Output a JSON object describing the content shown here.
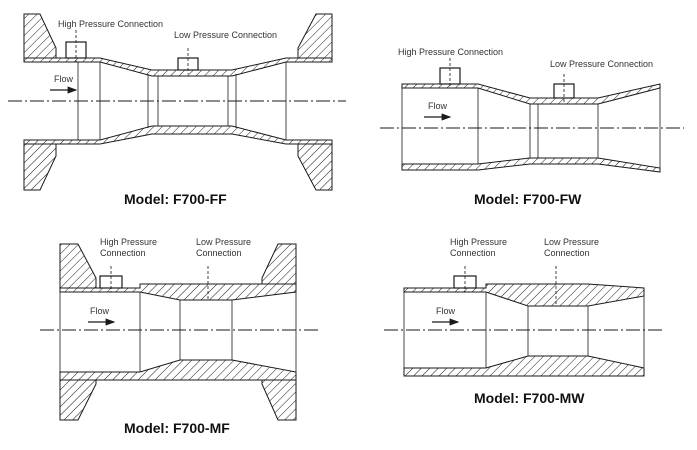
{
  "diagrams": [
    {
      "id": "ff",
      "model_label": "Model: F700-FF",
      "high_label": "High Pressure Connection",
      "low_label": "Low Pressure Connection",
      "flow_label": "Flow"
    },
    {
      "id": "fw",
      "model_label": "Model: F700-FW",
      "high_label": "High Pressure Connection",
      "low_label": "Low Pressure Connection",
      "flow_label": "Flow"
    },
    {
      "id": "mf",
      "model_label": "Model: F700-MF",
      "high_label_line1": "High Pressure",
      "high_label_line2": "Connection",
      "low_label_line1": "Low Pressure",
      "low_label_line2": "Connection",
      "flow_label": "Flow"
    },
    {
      "id": "mw",
      "model_label": "Model: F700-MW",
      "high_label_line1": "High Pressure",
      "high_label_line2": "Connection",
      "low_label_line1": "Low Pressure",
      "low_label_line2": "Connection",
      "flow_label": "Flow"
    }
  ]
}
